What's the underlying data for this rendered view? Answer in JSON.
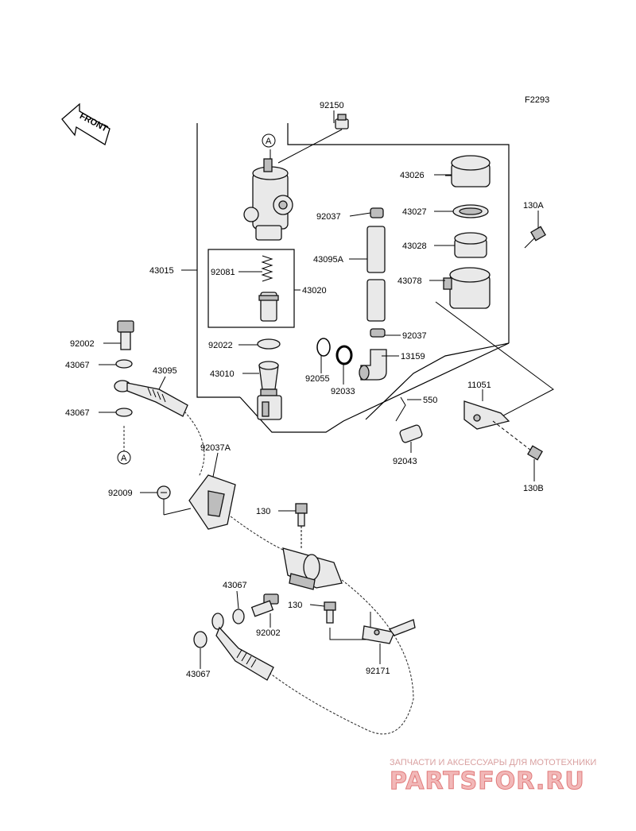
{
  "diagram": {
    "code": "F2293",
    "front_text": "FRONT",
    "ref_a": "A",
    "labels": [
      {
        "id": "l-92150",
        "text": "92150"
      },
      {
        "id": "l-43026",
        "text": "43026"
      },
      {
        "id": "l-130a",
        "text": "130A"
      },
      {
        "id": "l-92037-top",
        "text": "92037"
      },
      {
        "id": "l-43027",
        "text": "43027"
      },
      {
        "id": "l-43028",
        "text": "43028"
      },
      {
        "id": "l-43015",
        "text": "43015"
      },
      {
        "id": "l-43095a",
        "text": "43095A"
      },
      {
        "id": "l-92081",
        "text": "92081"
      },
      {
        "id": "l-43020",
        "text": "43020"
      },
      {
        "id": "l-43078",
        "text": "43078"
      },
      {
        "id": "l-92002-top",
        "text": "92002"
      },
      {
        "id": "l-92022",
        "text": "92022"
      },
      {
        "id": "l-92037-mid",
        "text": "92037"
      },
      {
        "id": "l-43067-a",
        "text": "43067"
      },
      {
        "id": "l-43095",
        "text": "43095"
      },
      {
        "id": "l-13159",
        "text": "13159"
      },
      {
        "id": "l-43010",
        "text": "43010"
      },
      {
        "id": "l-92055",
        "text": "92055"
      },
      {
        "id": "l-92033",
        "text": "92033"
      },
      {
        "id": "l-11051",
        "text": "11051"
      },
      {
        "id": "l-43067-b",
        "text": "43067"
      },
      {
        "id": "l-550",
        "text": "550"
      },
      {
        "id": "l-92037a",
        "text": "92037A"
      },
      {
        "id": "l-92043",
        "text": "92043"
      },
      {
        "id": "l-130b",
        "text": "130B"
      },
      {
        "id": "l-92009",
        "text": "92009"
      },
      {
        "id": "l-130-top",
        "text": "130"
      },
      {
        "id": "l-43067-c",
        "text": "43067"
      },
      {
        "id": "l-130-bot",
        "text": "130"
      },
      {
        "id": "l-92002-bot",
        "text": "92002"
      },
      {
        "id": "l-92171",
        "text": "92171"
      },
      {
        "id": "l-43067-d",
        "text": "43067"
      }
    ]
  },
  "watermark": {
    "tagline": "ЗАПЧАСТИ И АКСЕССУАРЫ ДЛЯ МОТОТЕХНИКИ",
    "brand": "PARTSFOR.RU"
  },
  "colors": {
    "line": "#000000",
    "watermark": "#e07a7a",
    "watermark_fill": "#f2b8b8"
  }
}
